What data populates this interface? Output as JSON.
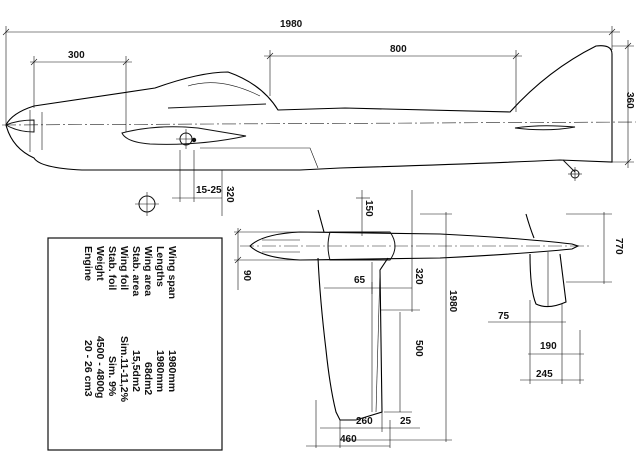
{
  "dimensions": {
    "top_span": "1980",
    "nose_to_cockpit": "300",
    "tail_length": "800",
    "height": "360",
    "cg_range": "15-25",
    "wing_rib_pos": "320",
    "canopy_150": "150",
    "fus_width_90": "90",
    "wing_root_65": "65",
    "wing_chord_320": "320",
    "span_1980": "1980",
    "wing_500": "500",
    "stab_770": "770",
    "stab_75": "75",
    "stab_190": "190",
    "stab_245": "245",
    "tip_260": "260",
    "tip_25": "25",
    "root_460": "460"
  },
  "specs": [
    {
      "label": "Wing span",
      "value": "1980mm"
    },
    {
      "label": "Lengths",
      "value": "1980mm"
    },
    {
      "label": "Wing area",
      "value": "68dm2"
    },
    {
      "label": "Stab. area",
      "value": "15,5dm2"
    },
    {
      "label": "Wing foil",
      "value": "Sim.11-11,2%"
    },
    {
      "label": "Stab. foil",
      "value": "Sim. 9%"
    },
    {
      "label": "Weight",
      "value": "4500 - 4800g"
    },
    {
      "label": "Engine",
      "value": "20 - 26 cm3"
    }
  ]
}
